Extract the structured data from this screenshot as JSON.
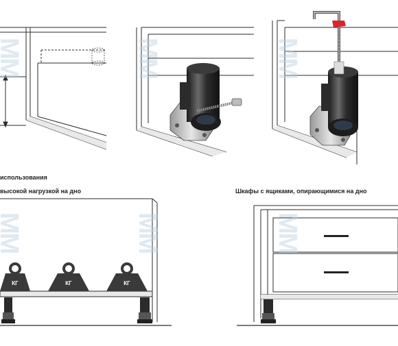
{
  "sections": {
    "title": "использования",
    "left_caption": "высокой нагрузкой на дно",
    "right_caption": "Шкафы с ящиками, опирающимися на дно"
  },
  "weights": [
    {
      "label": "КГ"
    },
    {
      "label": "КГ"
    },
    {
      "label": "КГ"
    }
  ],
  "watermark": {
    "text": "MM"
  },
  "colors": {
    "line": "#2a2a2a",
    "shade": "#e9e9e9",
    "weight": "#3a3a3a",
    "dowel": "#d8262b",
    "watermark": "#b9d0e2"
  }
}
